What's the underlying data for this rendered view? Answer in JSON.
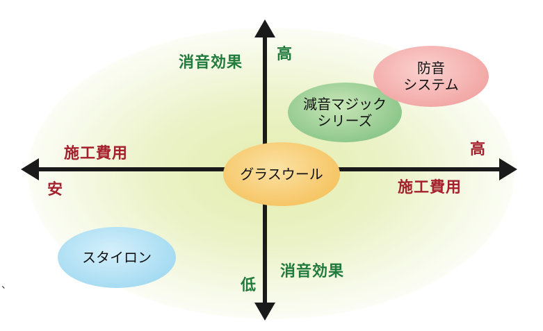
{
  "axes": {
    "y_top_high": "高",
    "y_top_label": "消音効果",
    "y_bottom_low": "低",
    "y_bottom_label": "消音効果",
    "x_left_label": "施工費用",
    "x_left_low": "安",
    "x_right_high": "高",
    "x_right_label": "施工費用"
  },
  "products": {
    "glass_wool": "グラスウール",
    "genon_magic": "減音マジック\nシリーズ",
    "bouon_system": "防音\nシステム",
    "styron": "スタイロン"
  },
  "stray_mark": "、",
  "colors": {
    "axis": "#1a1a1a",
    "label_green": "#1f7a3c",
    "label_red": "#a3202c",
    "glass_wool": "#f6c667",
    "genon_magic": "#8fc88c",
    "bouon_system": "#f2a9a7",
    "styron": "#a7dcf2",
    "background_glow": "#e2ecaa"
  }
}
